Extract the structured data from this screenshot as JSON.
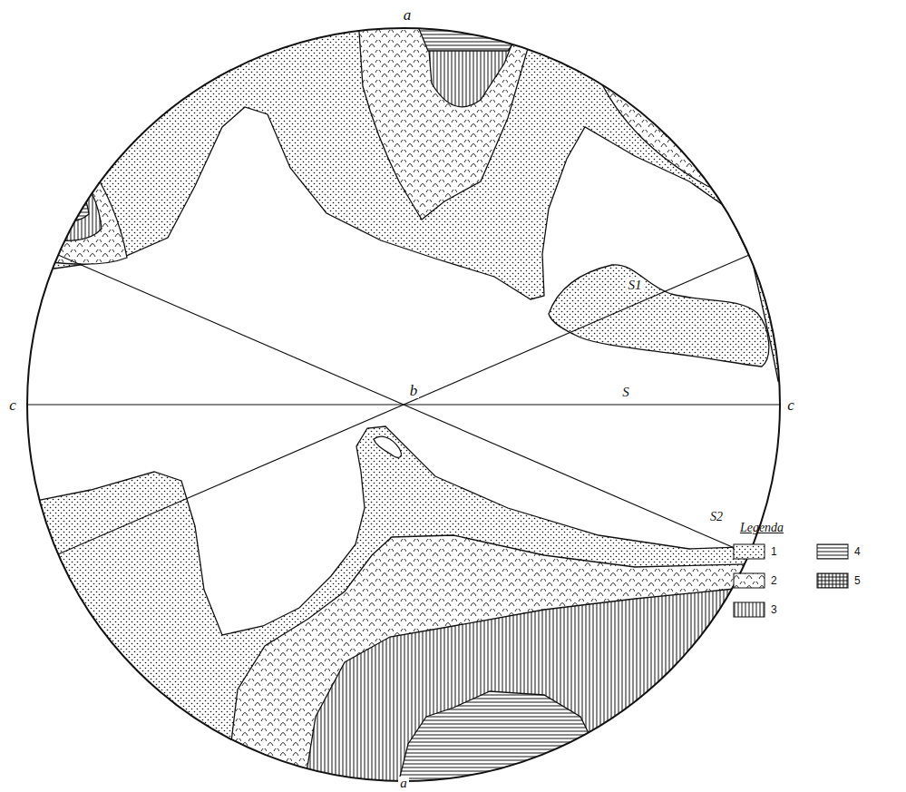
{
  "diagram": {
    "labels": [
      "a",
      "S1",
      "c",
      "b",
      "S",
      "c",
      "S2",
      "a",
      "Legenda"
    ],
    "legend": [
      {
        "text": "1"
      },
      {
        "text": "2"
      },
      {
        "text": "3"
      },
      {
        "text": "4"
      },
      {
        "text": "5"
      }
    ]
  }
}
